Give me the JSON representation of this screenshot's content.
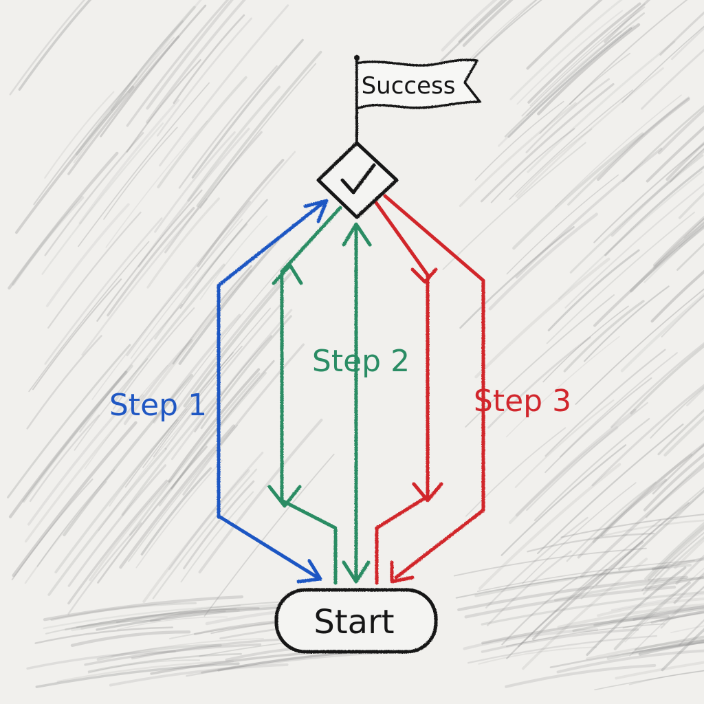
{
  "goal": {
    "flag_label": "Success",
    "marker_icon": "check-icon"
  },
  "start": {
    "label": "Start"
  },
  "steps": [
    {
      "label": "Step 1",
      "color": "#1f57c3"
    },
    {
      "label": "Step 2",
      "color": "#2a8c64"
    },
    {
      "label": "Step 3",
      "color": "#d1262c"
    }
  ],
  "colors": {
    "ink": "#161616",
    "paper": "#f1f0ed",
    "shading": "#8c8c8c"
  }
}
